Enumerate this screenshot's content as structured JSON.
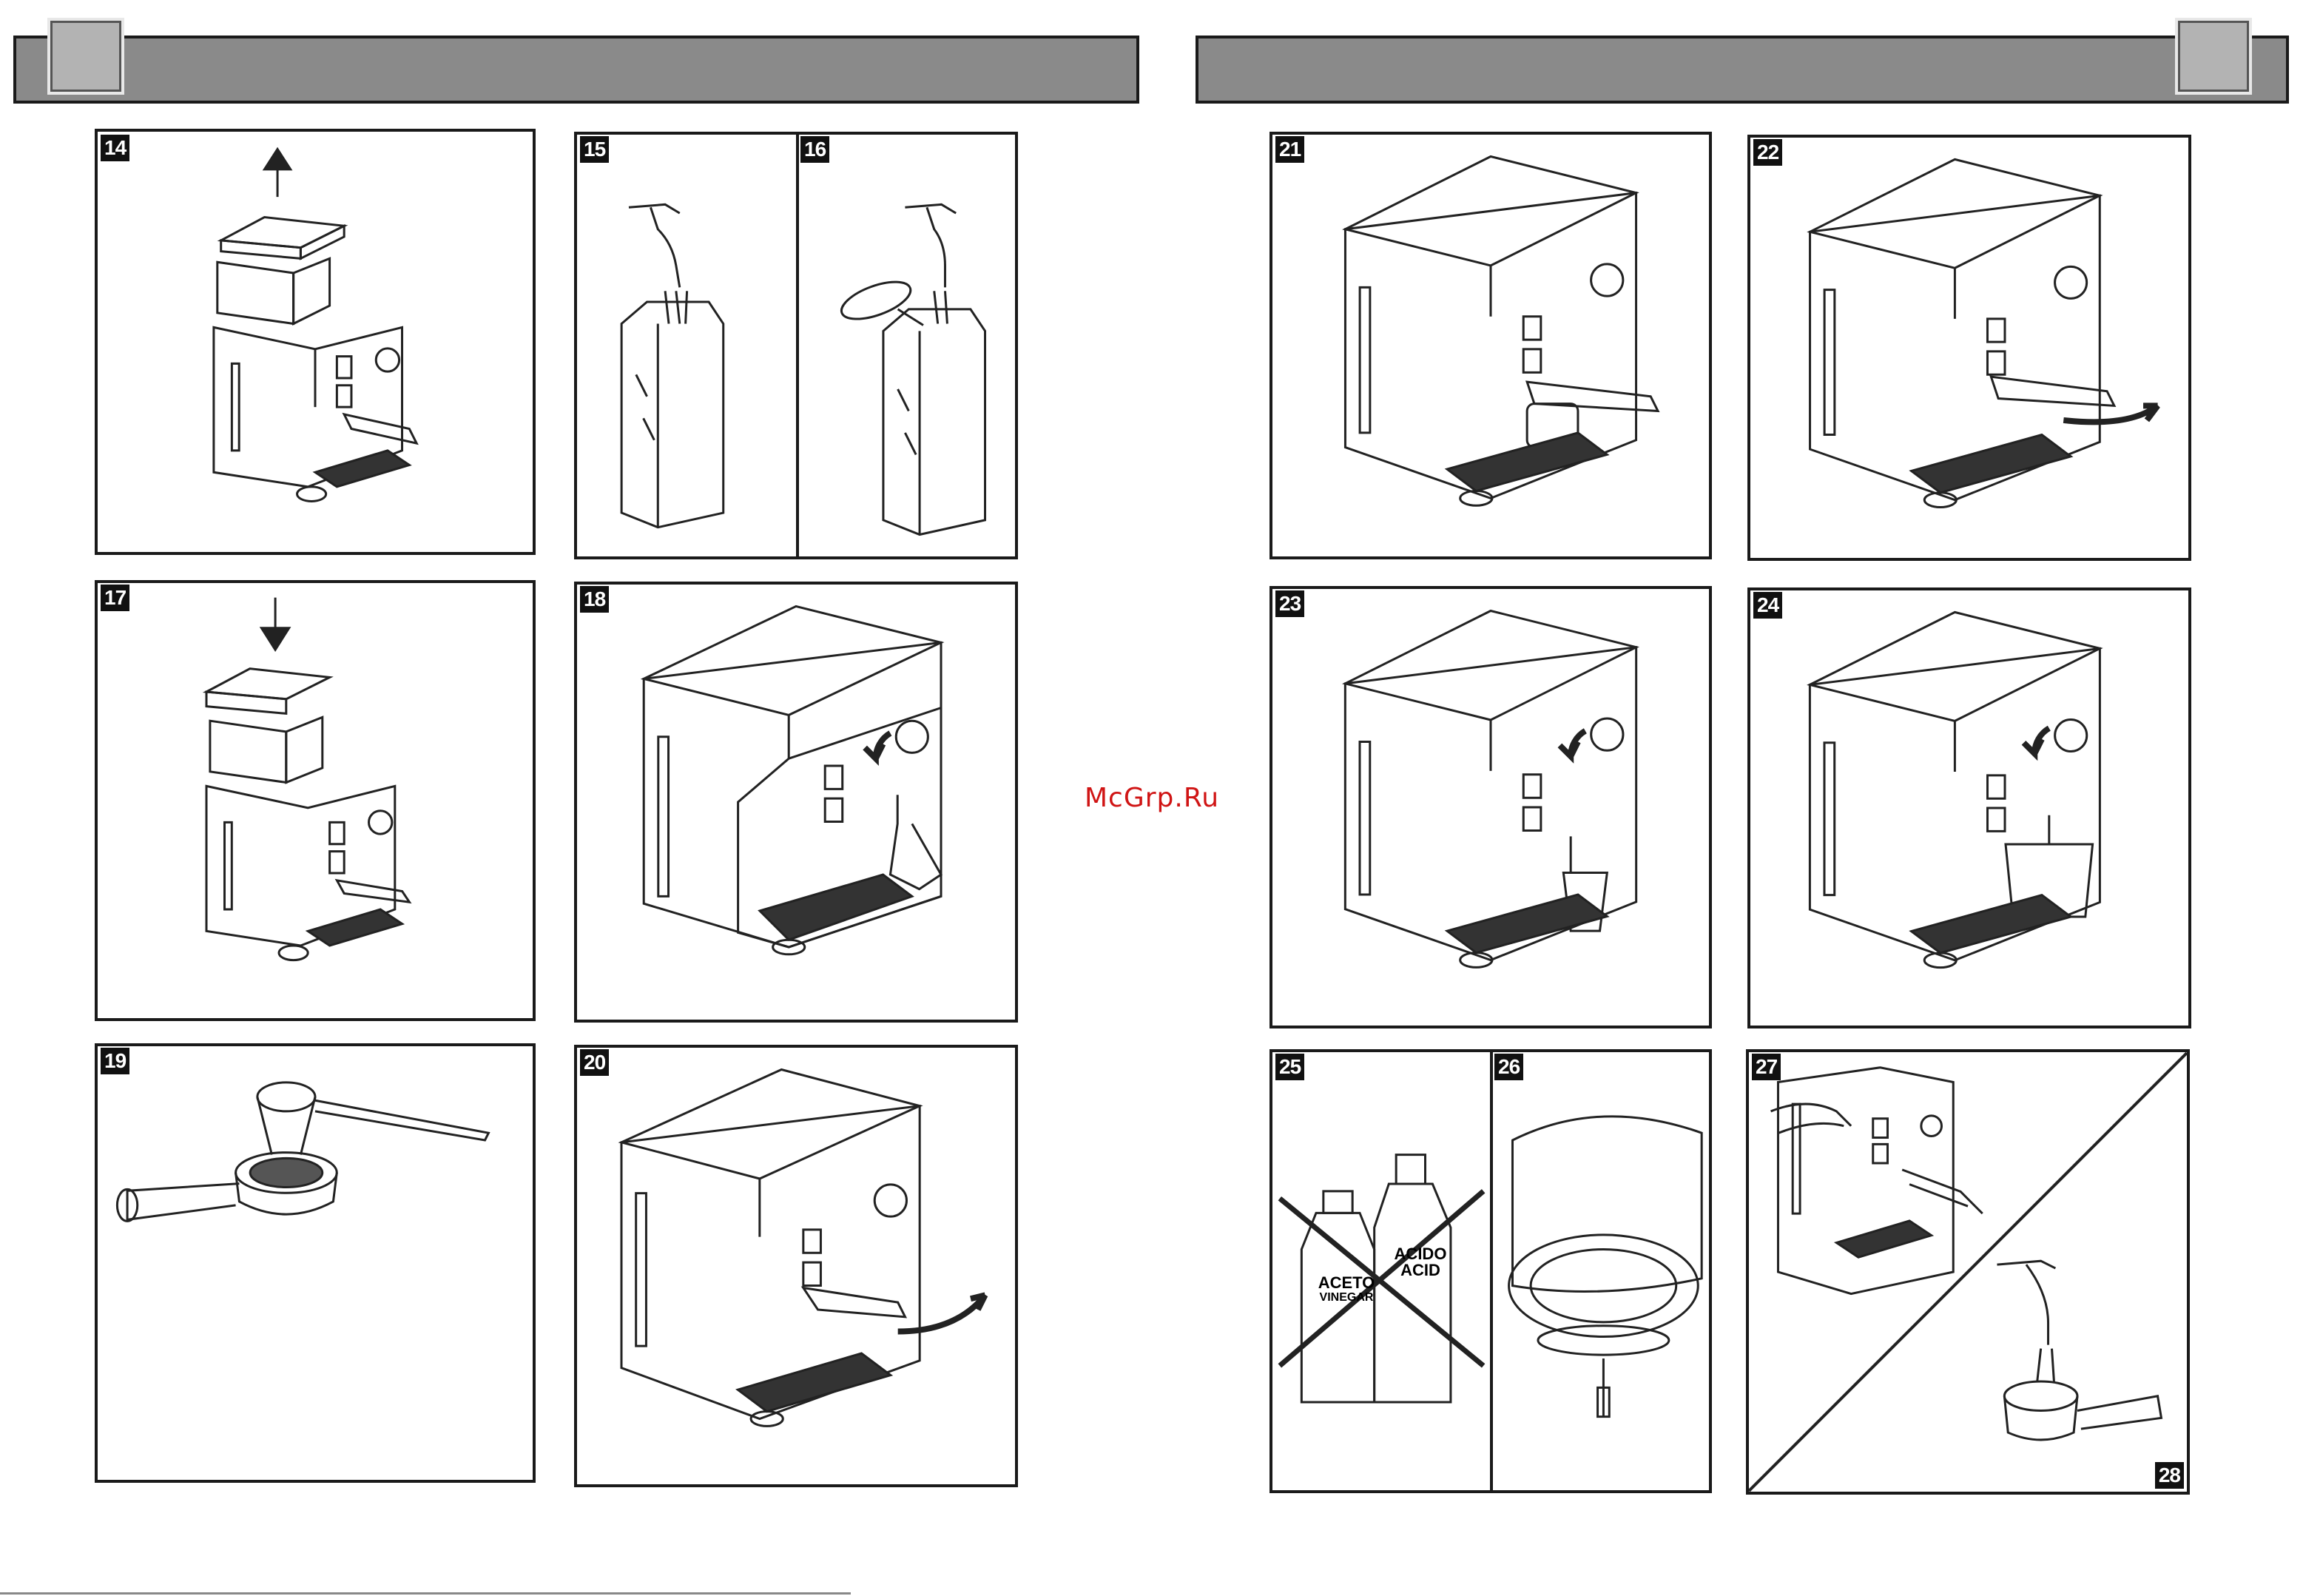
{
  "watermark": "McGrp.Ru",
  "panels": {
    "p14": "14",
    "p15": "15",
    "p16": "16",
    "p17": "17",
    "p18": "18",
    "p19": "19",
    "p20": "20",
    "p21": "21",
    "p22": "22",
    "p23": "23",
    "p24": "24",
    "p25": "25",
    "p26": "26",
    "p27": "27",
    "p28": "28"
  },
  "bottle_labels": {
    "left_line1": "ACETO",
    "left_line2": "VINEGAR",
    "right_line1": "ACIDO",
    "right_line2": "ACID"
  },
  "colors": {
    "header": "#8a8a8a",
    "square": "#b3b3b3",
    "ink": "#1a1a1a",
    "watermark": "#d01414"
  }
}
